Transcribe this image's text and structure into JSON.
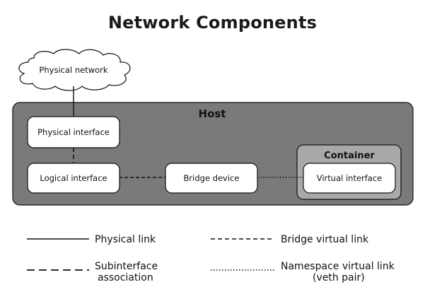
{
  "diagram": {
    "title": "Network Components",
    "cloud_label": "Physical network",
    "host_label": "Host",
    "container_label": "Container",
    "nodes": {
      "physical_interface": "Physical interface",
      "logical_interface": "Logical interface",
      "bridge_device": "Bridge device",
      "virtual_interface": "Virtual interface"
    },
    "colors": {
      "host_fill": "#7a7a7a",
      "container_fill": "#a9a9a9",
      "node_fill": "#ffffff",
      "stroke": "#111111"
    }
  },
  "legend": {
    "physical_link": "Physical link",
    "bridge_virtual_link": "Bridge virtual link",
    "subinterface_association": [
      "Subinterface",
      "association"
    ],
    "namespace_virtual_link": [
      "Namespace virtual link",
      "(veth pair)"
    ]
  }
}
